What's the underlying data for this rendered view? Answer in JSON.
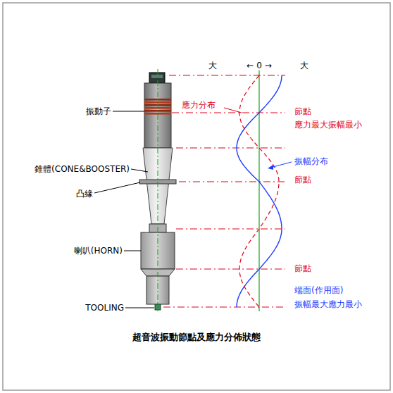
{
  "diagram": {
    "caption": "超音波振動節點及應力分佈狀態",
    "labels": [
      "大",
      "← 0 →",
      "大",
      "振動子",
      "應力分布",
      "節點",
      "應力最大振幅最小",
      "錐體(CONE&BOOSTER)",
      "振幅分布",
      "節點",
      "凸緣",
      "喇叭(HORN)",
      "節點",
      "端面(作用面)",
      "TOOLING",
      "振幅最大應力最小"
    ]
  }
}
